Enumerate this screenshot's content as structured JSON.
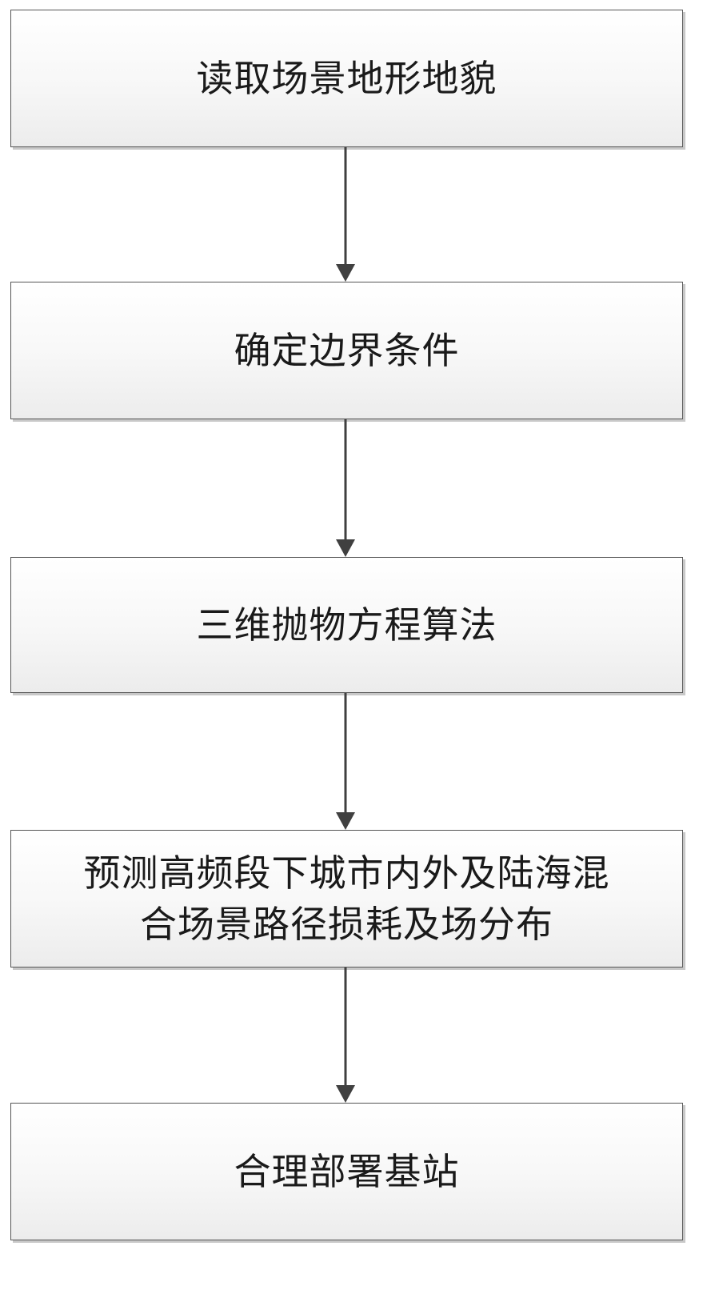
{
  "flowchart": {
    "steps": [
      {
        "id": "step-1",
        "lines": [
          "读取场景地形地貌"
        ]
      },
      {
        "id": "step-2",
        "lines": [
          "确定边界条件"
        ]
      },
      {
        "id": "step-3",
        "lines": [
          "三维抛物方程算法"
        ]
      },
      {
        "id": "step-4",
        "lines": [
          "预测高频段下城市内外及陆海混",
          "合场景路径损耗及场分布"
        ]
      },
      {
        "id": "step-5",
        "lines": [
          "合理部署基站"
        ]
      }
    ],
    "colors": {
      "border": "#555555",
      "arrow": "#404040",
      "text": "#1a1a1a"
    }
  }
}
